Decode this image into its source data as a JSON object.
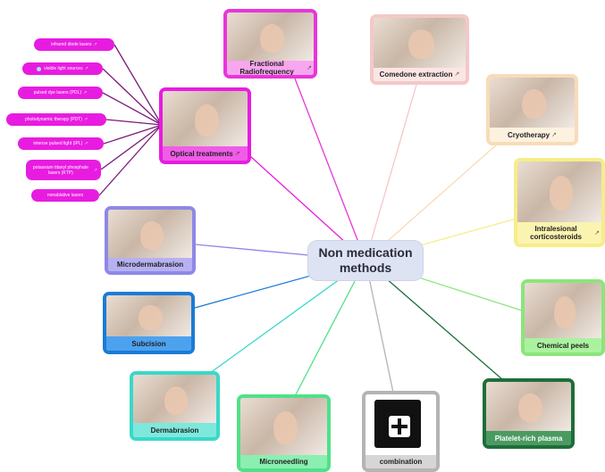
{
  "center": {
    "line1": "Non medication",
    "line2": "methods"
  },
  "link_icon": "↗",
  "nodes": {
    "fractional_rf": {
      "label": "Fractional Radiofrequency",
      "color": "#e836d8",
      "label_bg": "#f7a6ef",
      "link_icon": "external-link-icon"
    },
    "comedone": {
      "label": "Comedone extraction",
      "color": "#f4c8c8",
      "label_bg": "#fbe6e4",
      "link_icon": "external-link-icon"
    },
    "optical": {
      "label": "Optical treatments",
      "color": "#e81ce0",
      "label_bg": "#f05ce8",
      "link_icon": "external-link-icon"
    },
    "cryotherapy": {
      "label": "Cryotherapy",
      "color": "#f7dcb9",
      "label_bg": "#fdf1e0",
      "link_icon": "external-link-icon"
    },
    "intralesional": {
      "label": "Intralesional corticosteroids",
      "color": "#f6ed8a",
      "label_bg": "#fbf3b0",
      "link_icon": "external-link-icon"
    },
    "microderm": {
      "label": "Microdermabrasion",
      "color": "#8f88e6",
      "label_bg": "#b7b1f2"
    },
    "subcision": {
      "label": "Subcision",
      "color": "#1b7bd6",
      "label_bg": "#4da2ef"
    },
    "chemical": {
      "label": "Chemical peels",
      "color": "#8ae67a",
      "label_bg": "#abf29f"
    },
    "dermabrasion": {
      "label": "Dermabrasion",
      "color": "#39d9c7",
      "label_bg": "#7fe8dc"
    },
    "microneedling": {
      "label": "Microneedling",
      "color": "#51e08a",
      "label_bg": "#8befb2"
    },
    "combination": {
      "label": "combination",
      "color": "#b4b4b4",
      "label_bg": "#d6d6d6"
    },
    "prp": {
      "label": "Platelet-rich plasma",
      "color": "#1f6e3a",
      "label_bg": "#4b9a62"
    }
  },
  "optical_subitems": [
    {
      "label": "infrared diode lasers",
      "link_icon": "external-link-icon"
    },
    {
      "label": "visible light sources",
      "link_icon": "external-link-icon",
      "bullet": "blue-dot-icon"
    },
    {
      "label": "pulsed dye lasers (PDL)",
      "link_icon": "external-link-icon"
    },
    {
      "label": "photodynamic therapy (PDT)",
      "link_icon": "external-link-icon"
    },
    {
      "label": "intense pulsed light (IPL)",
      "link_icon": "external-link-icon"
    },
    {
      "label": "potassium titanyl phosphate lasers (KTP)",
      "link_icon": "external-link-icon"
    },
    {
      "label": "nonablative lasers",
      "link_icon": ""
    }
  ]
}
